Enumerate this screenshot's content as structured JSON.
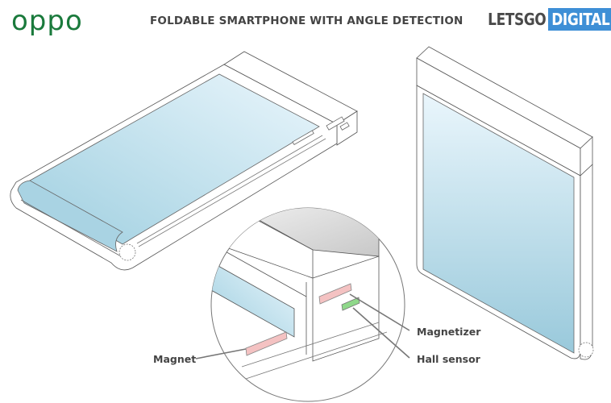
{
  "header": {
    "brand_logo": "oppo",
    "title": "FOLDABLE SMARTPHONE WITH ANGLE DETECTION",
    "publisher_logo": {
      "part1": "LETSGO",
      "part2": "DIGITAL"
    }
  },
  "colors": {
    "oppo_green": "#1a7a3c",
    "publisher_dark": "#4a4a4a",
    "publisher_blue": "#3e8fd6",
    "screen_blue": "#a9d3e3",
    "magnet_pink": "#f4c2c2",
    "hall_sensor_green": "#8fd88a",
    "housing_gray": "#d9d9d9"
  },
  "figures": [
    {
      "id": "unfolded-phone",
      "description": "Phone unfolded flat, isometric view"
    },
    {
      "id": "folded-phone",
      "description": "Phone folded upright, isometric view"
    },
    {
      "id": "detail-view",
      "description": "Magnified circular detail of hinge edge"
    }
  ],
  "callouts": {
    "magnet": "Magnet",
    "magnetizer": "Magnetizer",
    "hall_sensor": "Hall sensor"
  }
}
